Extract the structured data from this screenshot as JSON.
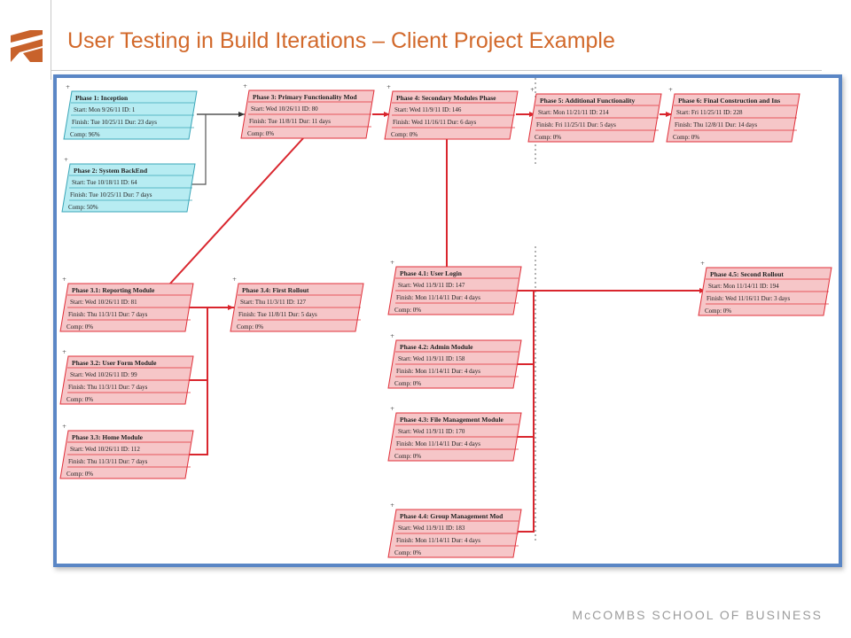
{
  "slide": {
    "title": "User Testing in Build Iterations – Client Project Example",
    "footer": "McCOMBS SCHOOL OF BUSINESS"
  },
  "colors": {
    "accent": "#d2692b",
    "frame": "#5a86c5",
    "done_fill": "#b7ecf2",
    "done_stroke": "#3aa6b8",
    "todo_fill": "#f6c6c8",
    "todo_stroke": "#e0303a",
    "link": "#d9262e"
  },
  "network": {
    "labels": {
      "start": "Start:",
      "id": "ID:",
      "finish": "Finish:",
      "dur": "Dur:",
      "comp": "Comp:"
    },
    "nodes": [
      {
        "key": "p1",
        "name": "Phase 1: Inception",
        "start": "Mon 9/26/11",
        "id": "1",
        "finish": "Tue 10/25/11",
        "dur": "23 days",
        "comp": "96%",
        "state": "done"
      },
      {
        "key": "p2",
        "name": "Phase 2: System BackEnd",
        "start": "Tue 10/18/11",
        "id": "64",
        "finish": "Tue 10/25/11",
        "dur": "7 days",
        "comp": "50%",
        "state": "done"
      },
      {
        "key": "p3",
        "name": "Phase 3: Primary Functionality Mod",
        "start": "Wed 10/26/11",
        "id": "80",
        "finish": "Tue 11/8/11",
        "dur": "11 days",
        "comp": "0%",
        "state": "todo"
      },
      {
        "key": "p4",
        "name": "Phase 4: Secondary Modules Phase",
        "start": "Wed 11/9/11",
        "id": "146",
        "finish": "Wed 11/16/11",
        "dur": "6 days",
        "comp": "0%",
        "state": "todo"
      },
      {
        "key": "p5",
        "name": "Phase 5: Additional Functionality",
        "start": "Mon 11/21/11",
        "id": "214",
        "finish": "Fri 11/25/11",
        "dur": "5 days",
        "comp": "0%",
        "state": "todo"
      },
      {
        "key": "p6",
        "name": "Phase 6: Final Construction and Ins",
        "start": "Fri 11/25/11",
        "id": "228",
        "finish": "Thu 12/8/11",
        "dur": "14 days",
        "comp": "0%",
        "state": "todo"
      },
      {
        "key": "p31",
        "name": "Phase 3.1: Reporting Module",
        "start": "Wed 10/26/11",
        "id": "81",
        "finish": "Thu 11/3/11",
        "dur": "7 days",
        "comp": "0%",
        "state": "todo"
      },
      {
        "key": "p32",
        "name": "Phase 3.2: User Form Module",
        "start": "Wed 10/26/11",
        "id": "99",
        "finish": "Thu 11/3/11",
        "dur": "7 days",
        "comp": "0%",
        "state": "todo"
      },
      {
        "key": "p33",
        "name": "Phase 3.3: Home Module",
        "start": "Wed 10/26/11",
        "id": "112",
        "finish": "Thu 11/3/11",
        "dur": "7 days",
        "comp": "0%",
        "state": "todo"
      },
      {
        "key": "p34",
        "name": "Phase 3.4: First Rollout",
        "start": "Thu 11/3/11",
        "id": "127",
        "finish": "Tue 11/8/11",
        "dur": "5 days",
        "comp": "0%",
        "state": "todo"
      },
      {
        "key": "p41",
        "name": "Phase 4.1: User Login",
        "start": "Wed 11/9/11",
        "id": "147",
        "finish": "Mon 11/14/11",
        "dur": "4 days",
        "comp": "0%",
        "state": "todo"
      },
      {
        "key": "p42",
        "name": "Phase 4.2: Admin Module",
        "start": "Wed 11/9/11",
        "id": "158",
        "finish": "Mon 11/14/11",
        "dur": "4 days",
        "comp": "0%",
        "state": "todo"
      },
      {
        "key": "p43",
        "name": "Phase 4.3: File Management Module",
        "start": "Wed 11/9/11",
        "id": "170",
        "finish": "Mon 11/14/11",
        "dur": "4 days",
        "comp": "0%",
        "state": "todo"
      },
      {
        "key": "p44",
        "name": "Phase 4.4: Group Management Mod",
        "start": "Wed 11/9/11",
        "id": "183",
        "finish": "Mon 11/14/11",
        "dur": "4 days",
        "comp": "0%",
        "state": "todo"
      },
      {
        "key": "p45",
        "name": "Phase 4.5: Second Rollout",
        "start": "Mon 11/14/11",
        "id": "194",
        "finish": "Wed 11/16/11",
        "dur": "3 days",
        "comp": "0%",
        "state": "todo"
      }
    ]
  }
}
